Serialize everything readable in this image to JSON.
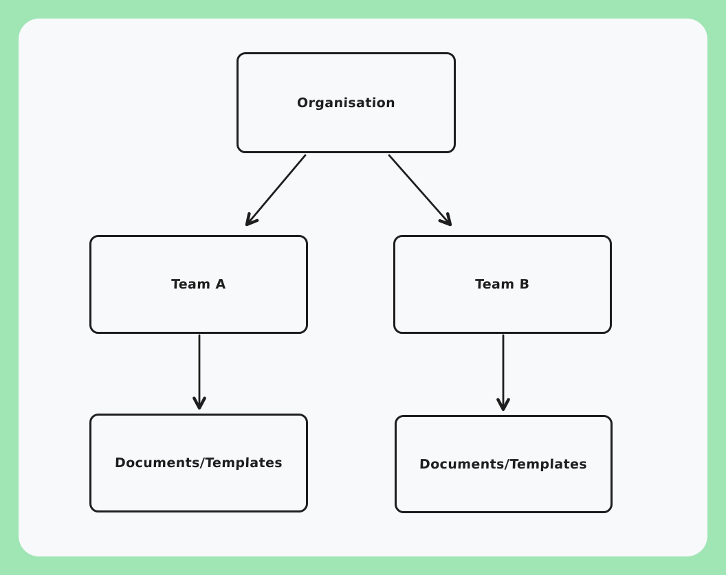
{
  "frame": {
    "background_color": "#a0e5b4"
  },
  "canvas": {
    "background_color": "#f8f9fb"
  },
  "diagram": {
    "type": "flowchart",
    "style": "hand-drawn",
    "stroke_color": "#1e1e1e",
    "text_color": "#1e1e1e",
    "nodes": [
      {
        "id": "organisation",
        "label": "Organisation"
      },
      {
        "id": "team-a",
        "label": "Team A"
      },
      {
        "id": "team-b",
        "label": "Team B"
      },
      {
        "id": "documents-templates-left",
        "label": "Documents/Templates"
      },
      {
        "id": "documents-templates-right",
        "label": "Documents/Templates"
      }
    ],
    "edges": [
      {
        "from": "organisation",
        "to": "team-a",
        "arrowhead": "end"
      },
      {
        "from": "organisation",
        "to": "team-b",
        "arrowhead": "end"
      },
      {
        "from": "team-a",
        "to": "documents-templates-left",
        "arrowhead": "end"
      },
      {
        "from": "team-b",
        "to": "documents-templates-right",
        "arrowhead": "end"
      }
    ]
  }
}
